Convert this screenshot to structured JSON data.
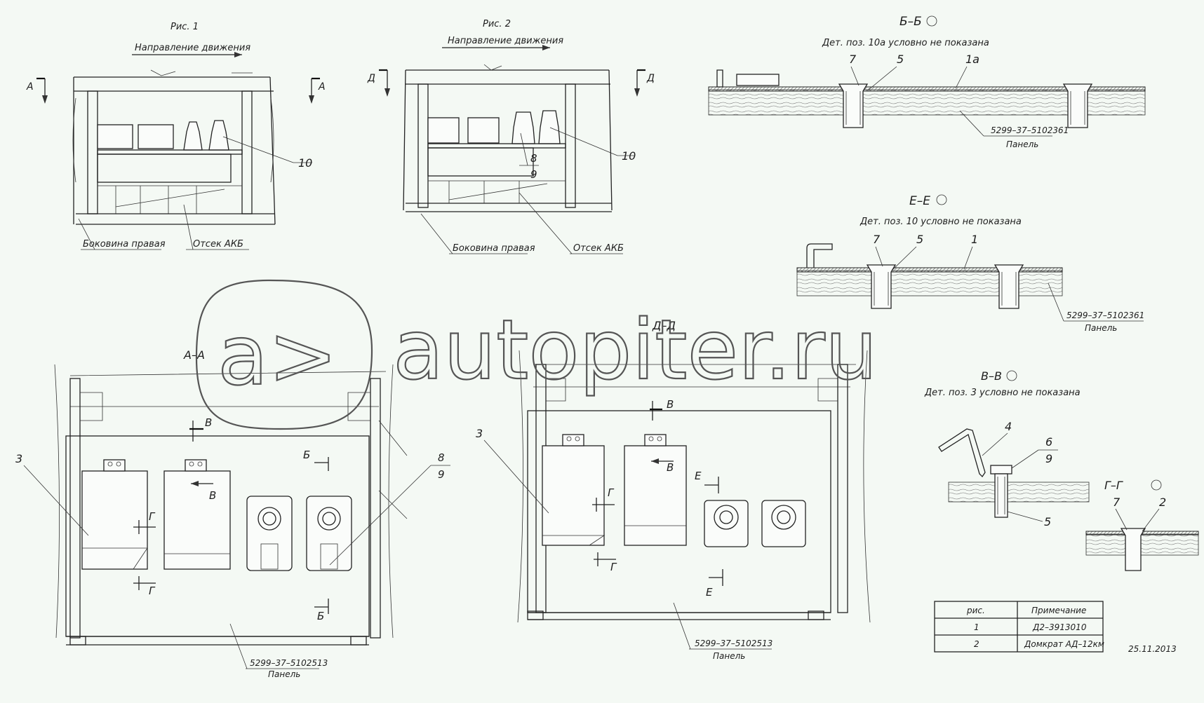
{
  "fig1": {
    "title": "Рис. 1",
    "direction": "Направление движения",
    "section_left": "А",
    "section_right": "А",
    "callout_10": "10",
    "label_side": "Боковина правая",
    "label_battery": "Отсек АКБ"
  },
  "fig2": {
    "title": "Рис. 2",
    "direction": "Направление движения",
    "section_left": "Д",
    "section_right": "Д",
    "callout_8": "8",
    "callout_9": "9",
    "callout_10": "10",
    "label_side": "Боковина правая",
    "label_battery": "Отсек АКБ"
  },
  "section_bb": {
    "title": "Б–Б",
    "note": "Дет. поз. 10а условно не показана",
    "c7": "7",
    "c5": "5",
    "c1a": "1а",
    "part": "5299–37–5102361",
    "part_name": "Панель"
  },
  "section_ee": {
    "title": "Е–Е",
    "note": "Дет. поз. 10 условно не показана",
    "c7": "7",
    "c5": "5",
    "c1": "1",
    "part": "5299–37–5102361",
    "part_name": "Панель"
  },
  "view_aa": {
    "title": "А–А",
    "c3": "3",
    "c8": "8",
    "c9": "9",
    "v": "В",
    "v2": "В",
    "b": "Б",
    "b2": "Б",
    "g": "Г",
    "g2": "Г",
    "part": "5299–37–5102513",
    "part_name": "Панель"
  },
  "view_dd": {
    "title": "Д–Д",
    "c3": "3",
    "v": "В",
    "v2": "В",
    "e": "Е",
    "e2": "Е",
    "g": "Г",
    "g2": "Г",
    "part": "5299–37–5102513",
    "part_name": "Панель"
  },
  "section_vv": {
    "title": "В–В",
    "note": "Дет. поз. 3 условно не показана",
    "c4": "4",
    "c6": "6",
    "c9": "9",
    "c5": "5"
  },
  "section_gg": {
    "title": "Г–Г",
    "c7": "7",
    "c2": "2"
  },
  "table": {
    "headers": [
      "рис.",
      "Примечание"
    ],
    "rows": [
      [
        "1",
        "Д2–3913010"
      ],
      [
        "2",
        "Домкрат АД–12км"
      ]
    ]
  },
  "date": "25.11.2013",
  "watermark": {
    "logo": "a>",
    "text": "autopiter.ru"
  },
  "colors": {
    "background": "#f4f9f4",
    "line": "#222222"
  }
}
